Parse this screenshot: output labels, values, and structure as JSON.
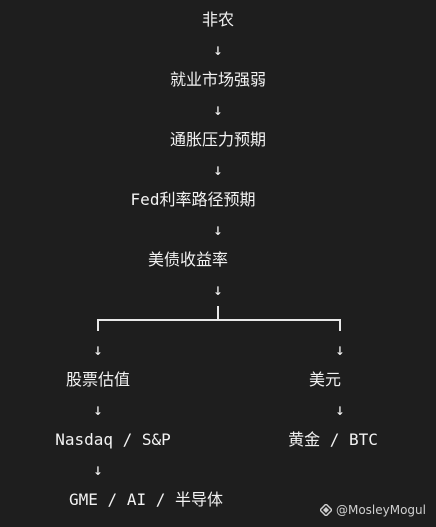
{
  "flow": {
    "arrow_symbol": "↓",
    "nodes": {
      "n1": "非农",
      "n2": "就业市场强弱",
      "n3": "通胀压力预期",
      "n4": "Fed利率路径预期",
      "n5": "美债收益率",
      "left1": "股票估值",
      "left2": "Nasdaq / S&P",
      "left3": "GME / AI / 半导体",
      "right1": "美元",
      "right2": "黄金 / BTC"
    }
  },
  "watermark": {
    "text": "@MosleyMogul"
  }
}
